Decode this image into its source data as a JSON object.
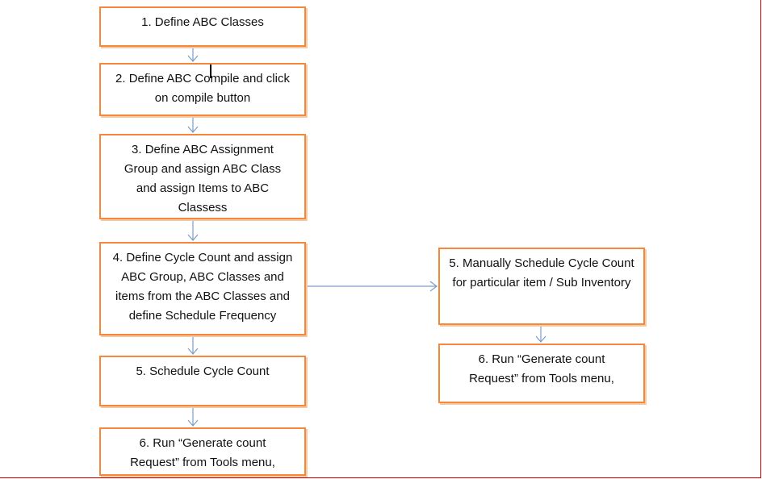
{
  "boxes": {
    "b1": "1. Define ABC Classes",
    "b2": "2. Define ABC Compile and click on compile button",
    "b3": "3. Define ABC Assignment Group and assign ABC Class and assign Items to ABC Classess",
    "b4": "4. Define Cycle Count and assign ABC Group, ABC Classes and items from the ABC Classes and define Schedule Frequency",
    "b5": "5. Schedule Cycle Count",
    "b6": "6. Run “Generate count Request” from Tools menu,",
    "b5b": "5. Manually Schedule Cycle Count for particular item / Sub Inventory",
    "b6b": "6. Run “Generate count Request” from Tools menu,"
  },
  "colors": {
    "box_border": "#f5883a",
    "arrow": "#7a9cc6",
    "frame_border": "#e00000"
  }
}
